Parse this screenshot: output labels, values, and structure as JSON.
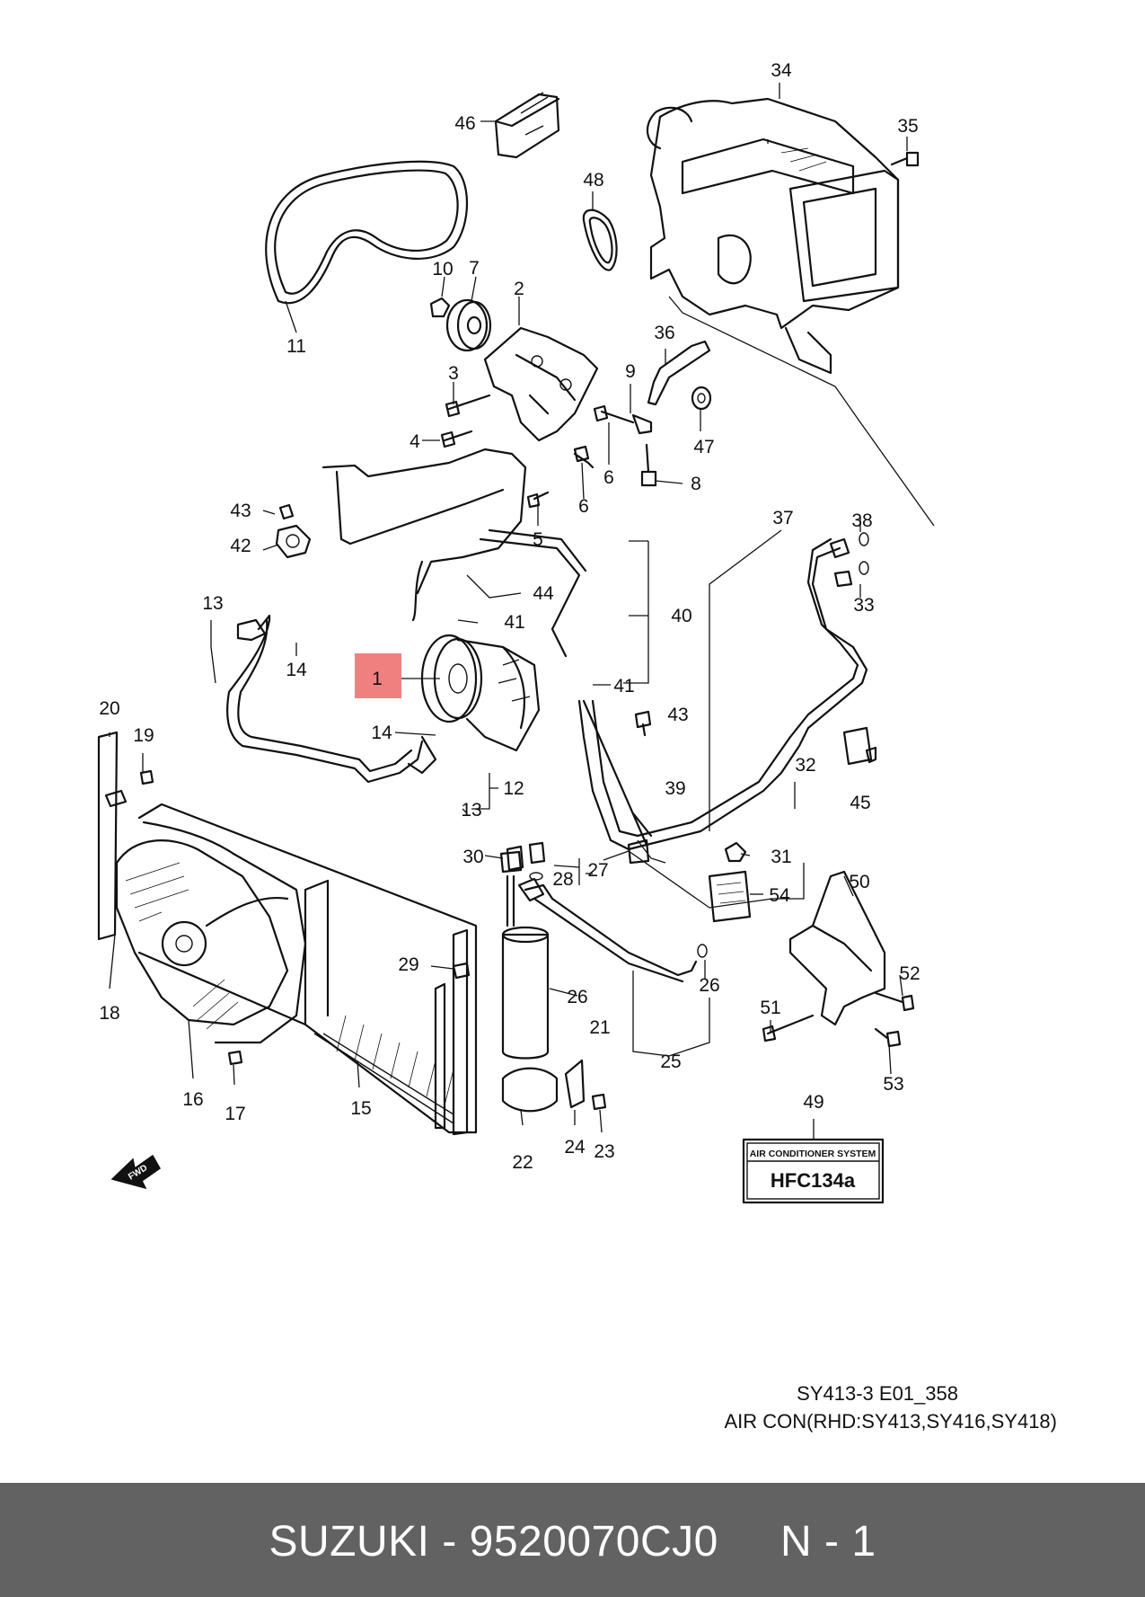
{
  "labels": [
    {
      "id": "1",
      "text": "1"
    },
    {
      "id": "2",
      "text": "2"
    },
    {
      "id": "3",
      "text": "3"
    },
    {
      "id": "4",
      "text": "4"
    },
    {
      "id": "5",
      "text": "5"
    },
    {
      "id": "6a",
      "text": "6"
    },
    {
      "id": "6b",
      "text": "6"
    },
    {
      "id": "7",
      "text": "7"
    },
    {
      "id": "8",
      "text": "8"
    },
    {
      "id": "9",
      "text": "9"
    },
    {
      "id": "10",
      "text": "10"
    },
    {
      "id": "11",
      "text": "11"
    },
    {
      "id": "12",
      "text": "12"
    },
    {
      "id": "13a",
      "text": "13"
    },
    {
      "id": "13b",
      "text": "13"
    },
    {
      "id": "14a",
      "text": "14"
    },
    {
      "id": "14b",
      "text": "14"
    },
    {
      "id": "15",
      "text": "15"
    },
    {
      "id": "16",
      "text": "16"
    },
    {
      "id": "17",
      "text": "17"
    },
    {
      "id": "18",
      "text": "18"
    },
    {
      "id": "19",
      "text": "19"
    },
    {
      "id": "20",
      "text": "20"
    },
    {
      "id": "21",
      "text": "21"
    },
    {
      "id": "22",
      "text": "22"
    },
    {
      "id": "23",
      "text": "23"
    },
    {
      "id": "24",
      "text": "24"
    },
    {
      "id": "25",
      "text": "25"
    },
    {
      "id": "26a",
      "text": "26"
    },
    {
      "id": "26b",
      "text": "26"
    },
    {
      "id": "27",
      "text": "27"
    },
    {
      "id": "28",
      "text": "28"
    },
    {
      "id": "29",
      "text": "29"
    },
    {
      "id": "30",
      "text": "30"
    },
    {
      "id": "31",
      "text": "31"
    },
    {
      "id": "32",
      "text": "32"
    },
    {
      "id": "33",
      "text": "33"
    },
    {
      "id": "34",
      "text": "34"
    },
    {
      "id": "35",
      "text": "35"
    },
    {
      "id": "36",
      "text": "36"
    },
    {
      "id": "37",
      "text": "37"
    },
    {
      "id": "38",
      "text": "38"
    },
    {
      "id": "39",
      "text": "39"
    },
    {
      "id": "40",
      "text": "40"
    },
    {
      "id": "41a",
      "text": "41"
    },
    {
      "id": "41b",
      "text": "41"
    },
    {
      "id": "42",
      "text": "42"
    },
    {
      "id": "43a",
      "text": "43"
    },
    {
      "id": "43b",
      "text": "43"
    },
    {
      "id": "44",
      "text": "44"
    },
    {
      "id": "45",
      "text": "45"
    },
    {
      "id": "46",
      "text": "46"
    },
    {
      "id": "47",
      "text": "47"
    },
    {
      "id": "48",
      "text": "48"
    },
    {
      "id": "49",
      "text": "49"
    },
    {
      "id": "50",
      "text": "50"
    },
    {
      "id": "51",
      "text": "51"
    },
    {
      "id": "52",
      "text": "52"
    },
    {
      "id": "53",
      "text": "53"
    },
    {
      "id": "54",
      "text": "54"
    }
  ],
  "highlight": {
    "label": "1",
    "color": "#f08080"
  },
  "decal": {
    "line1": "AIR CONDITIONER SYSTEM",
    "line2": "HFC134a"
  },
  "fwd_badge": "FWD",
  "caption": {
    "code": "SY413-3 E01_358",
    "title": "AIR CON(RHD:SY413,SY416,SY418)"
  },
  "footer": {
    "text": "SUZUKI - 9520070CJ0     N - 1",
    "background": "#626262"
  }
}
